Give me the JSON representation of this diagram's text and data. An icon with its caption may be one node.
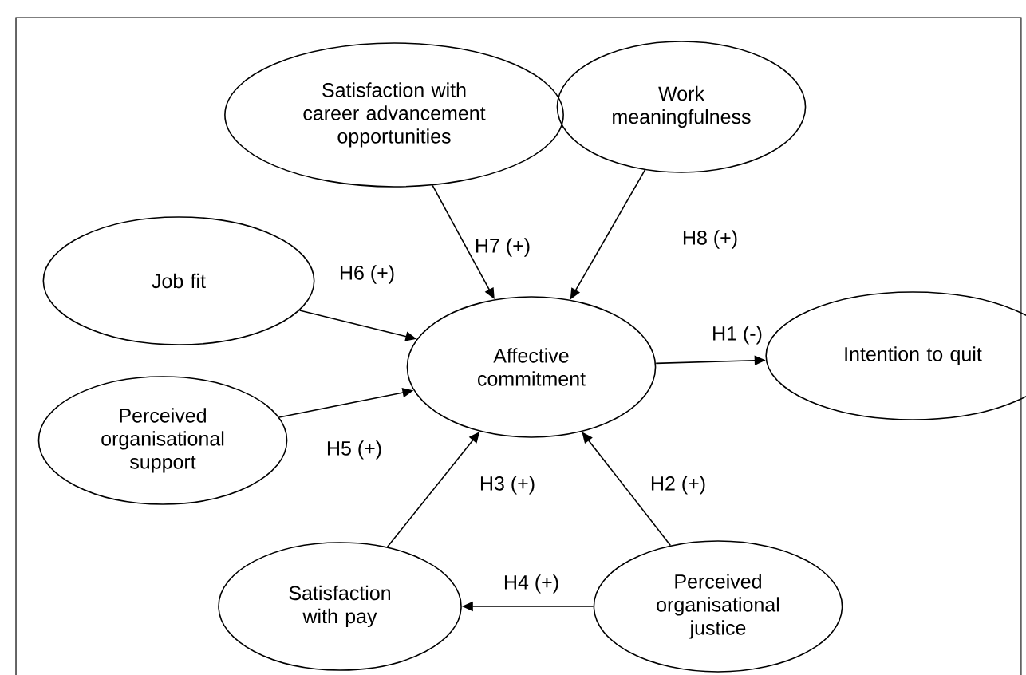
{
  "diagram": {
    "nodes": [
      {
        "text": [
          "Satisfaction with career advancement opportunities"
        ]
      },
      {
        "text": [
          "Work meaningfulness"
        ]
      },
      {
        "text": [
          "Job fit"
        ]
      },
      {
        "text": [
          "Affective commitment"
        ]
      },
      {
        "text": [
          "Intention to quit"
        ]
      },
      {
        "text": [
          "Perceived organisational support"
        ]
      },
      {
        "text": [
          "Satisfaction with pay"
        ]
      },
      {
        "text": [
          "Perceived organisational justice"
        ]
      }
    ],
    "edges": [
      {
        "from": 0,
        "to": 3,
        "arrow": "to",
        "label": "H7 (+)"
      },
      {
        "from": 1,
        "to": 3,
        "arrow": "to",
        "label": "H8 (+)"
      },
      {
        "from": 2,
        "to": 3,
        "arrow": "to",
        "label": "H6 (+)"
      },
      {
        "from": 3,
        "to": 4,
        "arrow": "to",
        "label": "H1 (-)"
      },
      {
        "from": 5,
        "to": 3,
        "arrow": "to",
        "label": "H5 (+)"
      },
      {
        "from": 6,
        "to": 3,
        "arrow": "to",
        "label": "H3 (+)"
      },
      {
        "from": 7,
        "to": 3,
        "arrow": "to",
        "label": "H2 (+)"
      },
      {
        "from": 7,
        "to": 6,
        "arrow": "to",
        "label": "H4 (+)"
      }
    ]
  }
}
